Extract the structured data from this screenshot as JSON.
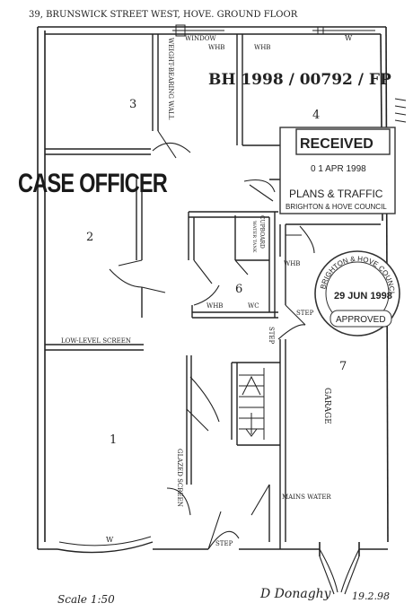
{
  "header": {
    "address": "39, BRUNSWICK STREET WEST, HOVE. GROUND FLOOR"
  },
  "reference": {
    "code": "BH 1998 / 00792 / FP"
  },
  "rooms": [
    "3",
    "4",
    "2",
    "6",
    "7",
    "1"
  ],
  "labels": {
    "window": "WINDOW",
    "w_top": "W",
    "whb_1": "WHB",
    "whb_2": "WHB",
    "weight_bearing_wall": "WEIGHT-BEARING WALL",
    "cupboard": "CUPBOARD",
    "cupboard_detail": "WATER TANK",
    "whb_room6": "WHB",
    "wc": "WC",
    "whb_side": "WHB",
    "step_1": "STEP",
    "step_2": "STEP",
    "step_bottom": "STEP",
    "low_level_screen": "LOW-LEVEL SCREEN",
    "glazed_screen": "GLAZED SCREEN",
    "garage": "GARAGE",
    "mains_water": "MAINS WATER",
    "w_bottom": "W"
  },
  "stamps": {
    "case_officer": "CASE OFFICER",
    "received": {
      "title": "RECEIVED",
      "date": "0 1 APR 1998",
      "dept": "PLANS & TRAFFIC",
      "council": "BRIGHTON & HOVE COUNCIL"
    },
    "approved": {
      "ring": "BRIGHTON & HOVE COUNCIL",
      "date": "29 JUN 1998",
      "status": "APPROVED"
    }
  },
  "footer": {
    "scale": "Scale 1:50",
    "signature": "D Donaghy",
    "date": "19.2.98"
  },
  "colors": {
    "ink": "#222222",
    "stamp": "#333333"
  }
}
